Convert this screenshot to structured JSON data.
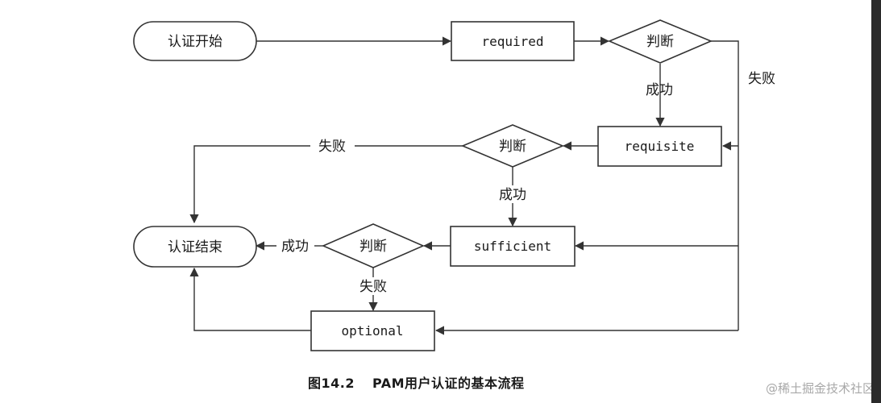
{
  "nodes": {
    "start": "认证开始",
    "end": "认证结束",
    "required": "required",
    "requisite": "requisite",
    "sufficient": "sufficient",
    "optional": "optional",
    "decision1": "判断",
    "decision2": "判断",
    "decision3": "判断"
  },
  "edge_labels": {
    "d1_success": "成功",
    "d1_fail": "失败",
    "d2_success": "成功",
    "d2_fail": "失败",
    "d3_success": "成功",
    "d3_fail": "失败"
  },
  "caption": {
    "figure_no": "图14.2",
    "title": "PAM用户认证的基本流程"
  },
  "watermark": "@稀土掘金技术社区",
  "colors": {
    "stroke": "#333333",
    "text": "#1a1a1a",
    "watermark": "#a8a8a8"
  }
}
